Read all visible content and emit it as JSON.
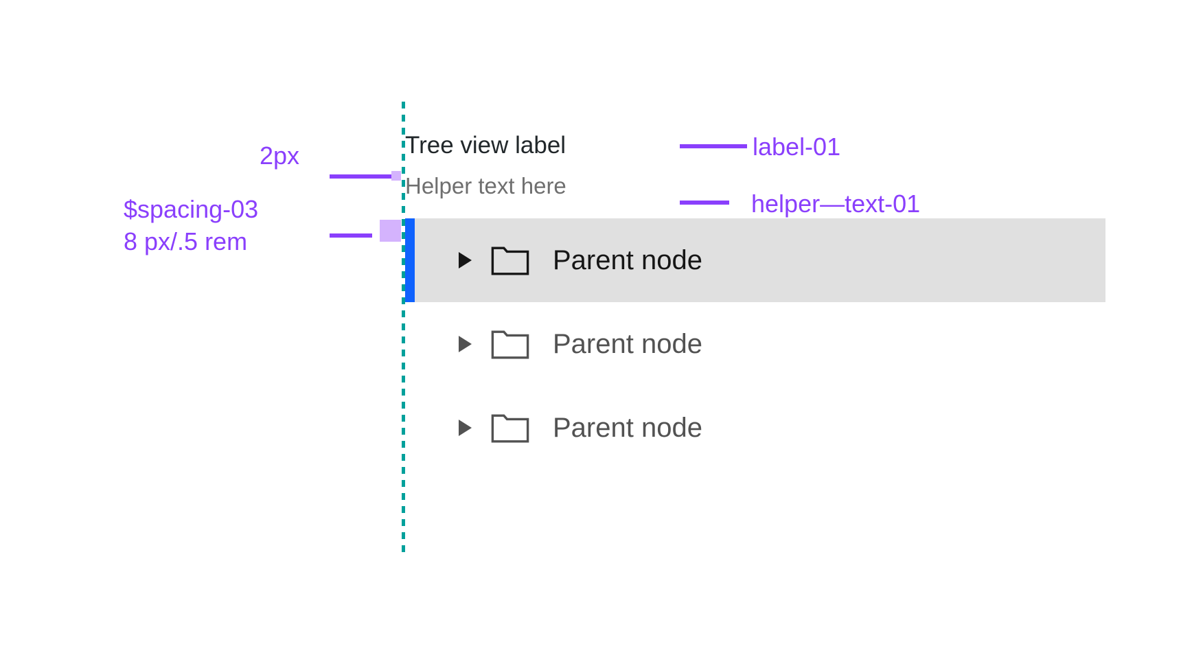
{
  "component": {
    "name": "tree-view-spec",
    "label": "Tree view label",
    "helper_text": "Helper text here",
    "nodes": [
      {
        "text": "Parent node",
        "selected": true,
        "expanded": false,
        "icon": "folder-icon",
        "caret": "caret-right-icon"
      },
      {
        "text": "Parent node",
        "selected": false,
        "expanded": false,
        "icon": "folder-icon",
        "caret": "caret-right-icon"
      },
      {
        "text": "Parent node",
        "selected": false,
        "expanded": false,
        "icon": "folder-icon",
        "caret": "caret-right-icon"
      }
    ]
  },
  "annotations": {
    "measure_2px": "2px",
    "spacing_token": "$spacing-03",
    "spacing_value": "8 px/.5 rem",
    "label_token": "label-01",
    "helper_token": "helper—text-01"
  },
  "colors": {
    "annotation_purple": "#8a3ffc",
    "swatch_purple": "#d4b3fd",
    "guide_teal": "#00a09b",
    "selection_blue": "#0f62fe",
    "selected_row_bg": "#e0e0e0",
    "label_text": "#21272a",
    "helper_text": "#6f6f6f",
    "node_text": "#525252",
    "selected_node_text": "#161616",
    "background": "#ffffff"
  }
}
